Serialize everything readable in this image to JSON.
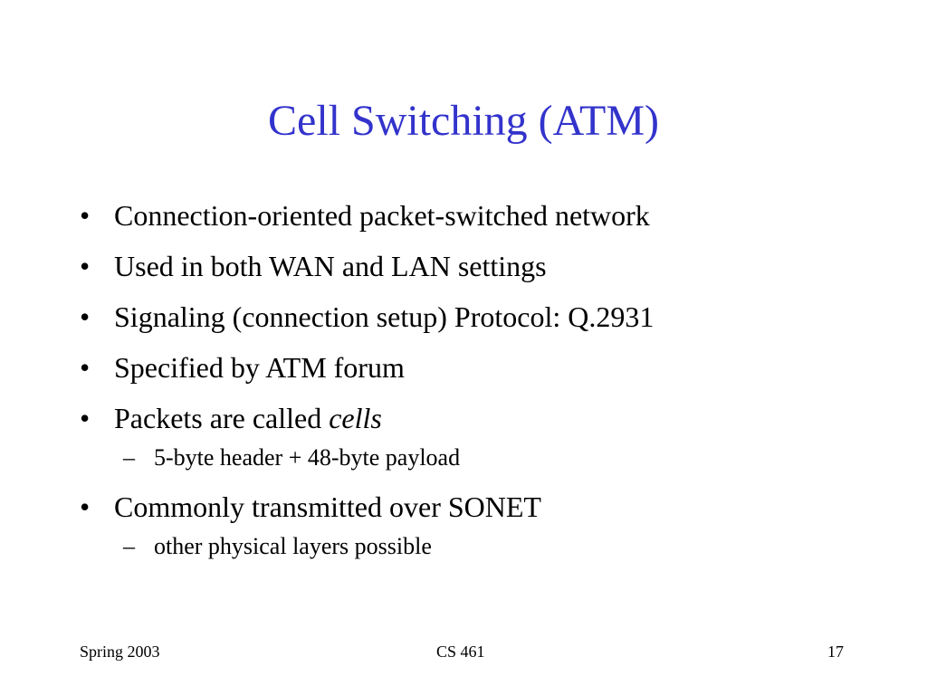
{
  "slide": {
    "title": "Cell Switching (ATM)",
    "bullet_symbol": "•",
    "sub_symbol": "–",
    "bullets": [
      {
        "text": "Connection-oriented packet-switched network"
      },
      {
        "text": "Used in both WAN and LAN settings"
      },
      {
        "text": "Signaling (connection setup) Protocol: Q.2931"
      },
      {
        "text": "Specified by ATM forum"
      },
      {
        "text": "Packets are called ",
        "emphasis": "cells",
        "sub": "5-byte header + 48-byte payload"
      },
      {
        "text": "Commonly transmitted over SONET",
        "sub": "other physical layers possible"
      }
    ]
  },
  "footer": {
    "left": "Spring 2003",
    "center": "CS 461",
    "right": "17"
  },
  "colors": {
    "title": "#3333cc",
    "text": "#000000",
    "background": "#ffffff"
  }
}
